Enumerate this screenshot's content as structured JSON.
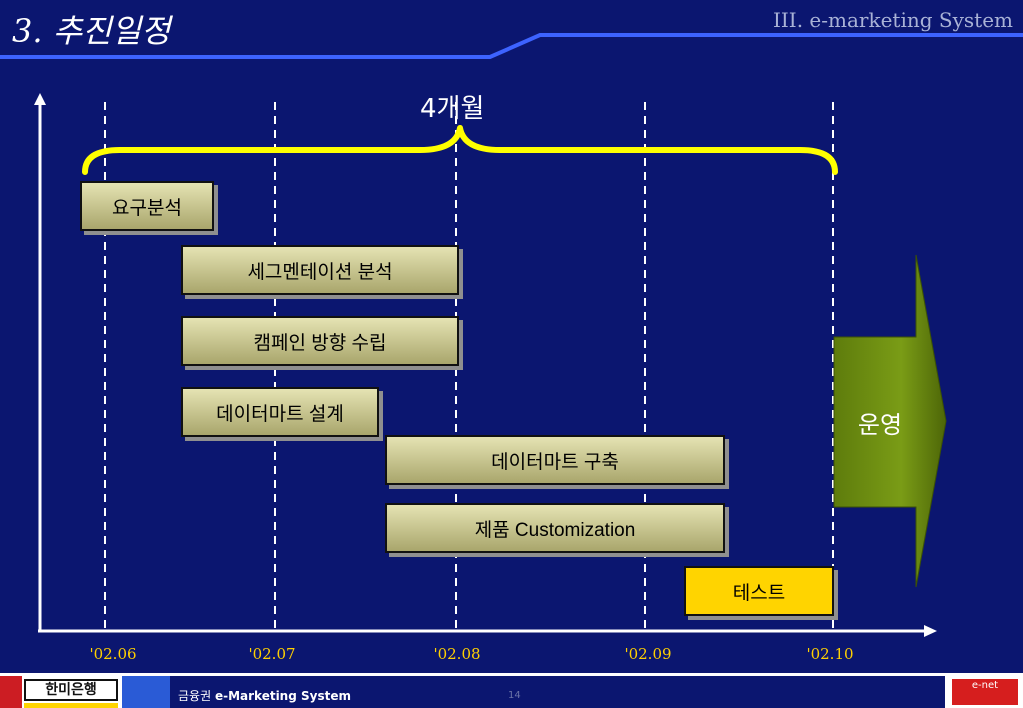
{
  "header": {
    "title": "3. 추진일정",
    "section": "III. e-marketing System"
  },
  "timeline": {
    "span_label": "4개월",
    "ticks": [
      "'02.06",
      "'02.07",
      "'02.08",
      "'02.09",
      "'02.10"
    ],
    "tasks": [
      {
        "label": "요구분석"
      },
      {
        "label": "세그멘테이션 분석"
      },
      {
        "label": "캠페인 방향 수립"
      },
      {
        "label": "데이터마트 설계"
      },
      {
        "label": "데이터마트 구축"
      },
      {
        "label": "제품 Customization"
      },
      {
        "label": "테스트"
      }
    ],
    "operation_label": "운영"
  },
  "footer": {
    "bank_name": "한미은행",
    "text_prefix": "금융권",
    "text_bold": "e-Marketing System",
    "page_number": "14",
    "company_logo": "e-net"
  },
  "colors": {
    "background": "#0b1670",
    "brace": "#ffff00",
    "task_fill": "#d6d49b",
    "test_fill": "#ffd400",
    "operation_arrow": "#6d8f0e",
    "tick_label": "#ffd000"
  }
}
